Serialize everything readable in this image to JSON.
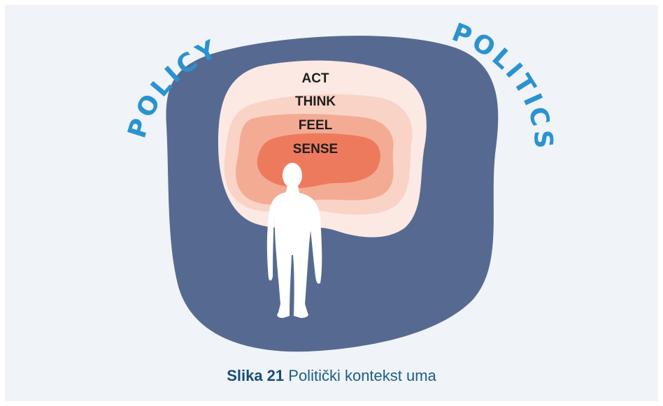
{
  "diagram": {
    "left_arc_label": "POLICY",
    "right_arc_label": "POLITICS",
    "layers": [
      "ACT",
      "THINK",
      "FEEL",
      "SENSE"
    ],
    "colors": {
      "outer": "#566a91",
      "arc_text": "#2a93cf",
      "layer_act": "#fce9e4",
      "layer_think": "#f9d3c6",
      "layer_feel": "#f4ab94",
      "layer_sense": "#ee7a5e",
      "figure": "#ffffff"
    }
  },
  "caption": {
    "figure_number": "Slika 21",
    "text": " Politički kontekst uma"
  }
}
